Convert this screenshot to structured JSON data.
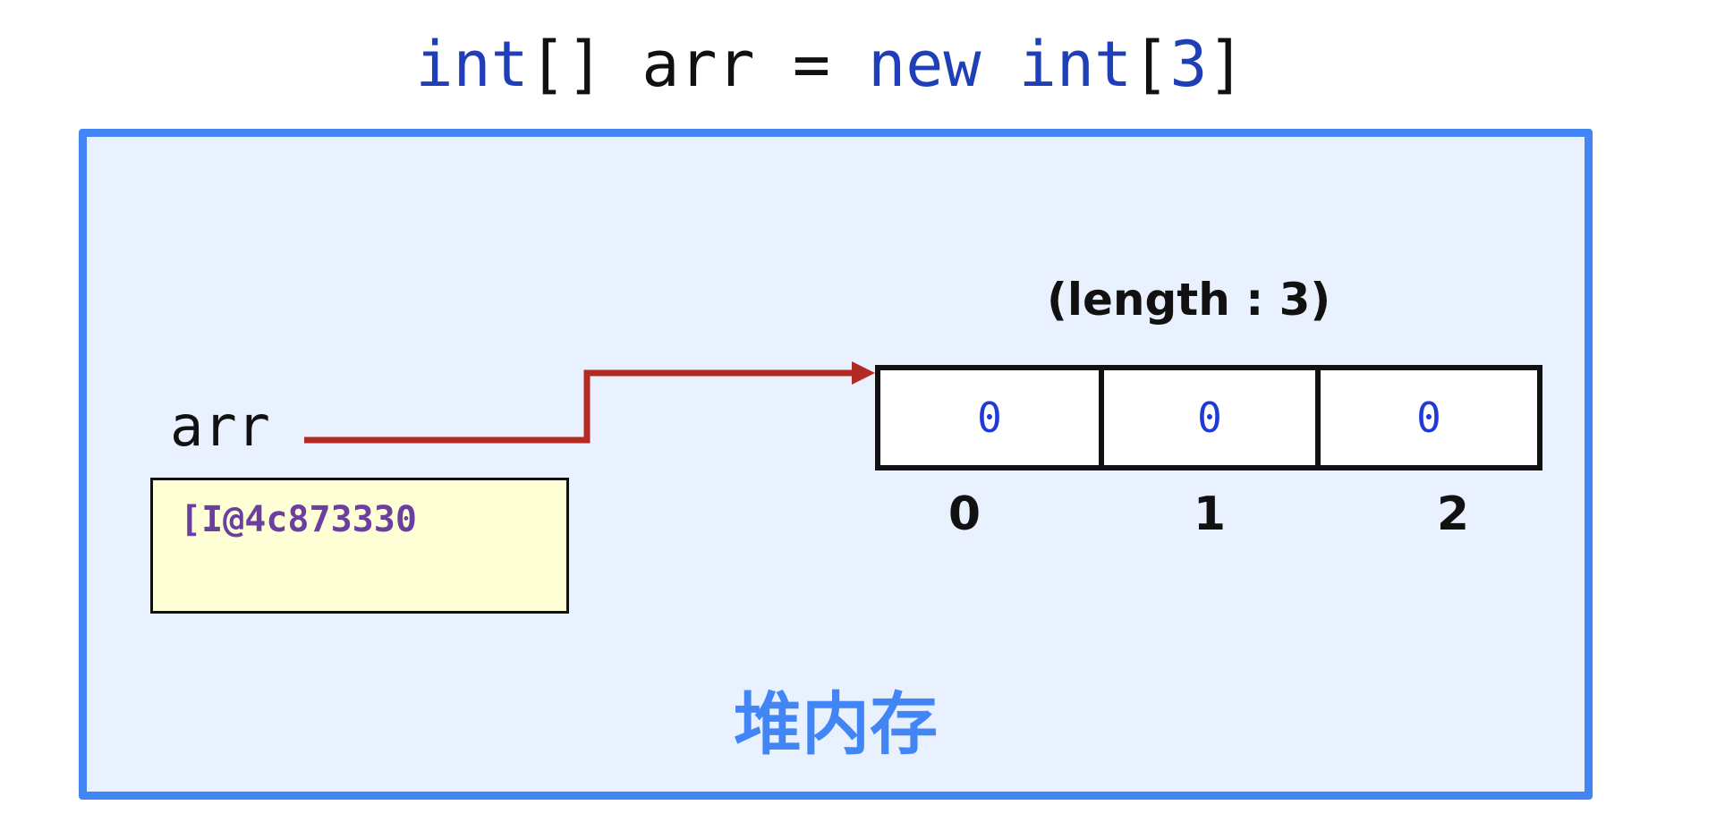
{
  "code": {
    "kw_int": "int",
    "brackets": "[]",
    "var": " arr ",
    "equals": "= ",
    "kw_new": "new",
    "space": " ",
    "kw_int2": "int",
    "open": "[",
    "size": "3",
    "close": "]"
  },
  "heap": {
    "label": "堆内存"
  },
  "variable": {
    "name": "arr",
    "address": "[I@4c873330"
  },
  "array": {
    "length_label": "(length : 3)",
    "cells": [
      "0",
      "0",
      "0"
    ],
    "indices": [
      "0",
      "1",
      "2"
    ]
  },
  "colors": {
    "keyword": "#1f3fb8",
    "heap_border": "#4285f4",
    "heap_fill": "#e8f1fd",
    "address_fill": "#ffffd6",
    "address_text": "#6b3fa0",
    "arrow": "#b22a22",
    "cell_value": "#1f3ad8"
  }
}
